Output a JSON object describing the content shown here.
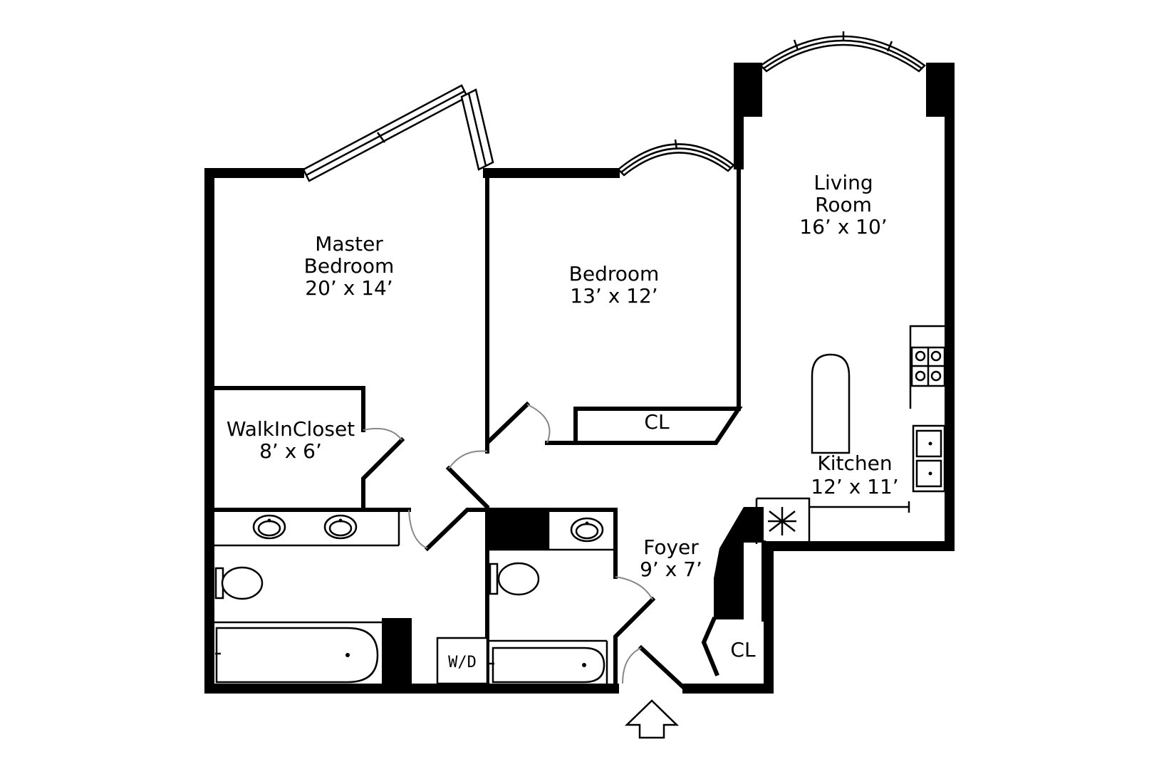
{
  "rooms": {
    "master_bedroom": {
      "name_line1": "Master",
      "name_line2": "Bedroom",
      "size": "20’ x 14’"
    },
    "bedroom": {
      "name": "Bedroom",
      "size": "13’ x 12’"
    },
    "living_room": {
      "name_line1": "Living",
      "name_line2": "Room",
      "size": "16’ x 10’"
    },
    "walk_in_closet": {
      "name": "WalkInCloset",
      "size": "8’ x 6’"
    },
    "kitchen": {
      "name": "Kitchen",
      "size": "12’ x 11’"
    },
    "foyer": {
      "name": "Foyer",
      "size": "9’ x 7’"
    }
  },
  "closets": {
    "bedroom_closet": "CL",
    "foyer_closet": "CL"
  },
  "laundry": {
    "label": "W/D"
  },
  "icons": {
    "entry": "entry-arrow-icon",
    "fridge": "snowflake-icon",
    "stove": "stove-icon",
    "sink": "sink-icon",
    "toilet": "toilet-icon",
    "bathtub": "bathtub-icon"
  },
  "colors": {
    "walls": "#000000",
    "background": "#ffffff",
    "door_swing": "#888888"
  }
}
